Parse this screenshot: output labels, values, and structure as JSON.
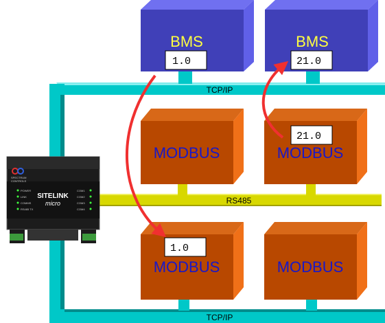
{
  "buses": {
    "tcpip_top": "TCP/IP",
    "tcpip_bottom": "TCP/IP",
    "rs485": "RS485"
  },
  "boxes": {
    "bms_left": {
      "label": "BMS",
      "value": "1.0"
    },
    "bms_right": {
      "label": "BMS",
      "value": "21.0"
    },
    "modbus_top_left": {
      "label": "MODBUS"
    },
    "modbus_top_right": {
      "label": "MODBUS",
      "value": "21.0"
    },
    "modbus_bottom_left": {
      "label": "MODBUS",
      "value": "1.0"
    },
    "modbus_bottom_right": {
      "label": "MODBUS"
    }
  },
  "device": {
    "brand_line1": "SITELINK",
    "brand_line2": "micro",
    "logo_text_line1": "SPECTRUM",
    "logo_text_line2": "CONTROLS",
    "leds_left": [
      "POWER",
      "LINK",
      "COMMS",
      "RS485 TX"
    ],
    "leds_right": [
      "COM1",
      "COM2",
      "COM3",
      "COM4"
    ]
  },
  "colors": {
    "bus_teal": "#00c8c8",
    "rs485_yellow": "#d8d800",
    "bms_front": "#4040b8",
    "bms_top": "#7070f0",
    "bms_side": "#6060e8",
    "modbus_front": "#b84800",
    "modbus_top": "#d86818",
    "modbus_side": "#f07018",
    "arrow_red": "#f03030",
    "bms_text": "#ffff40",
    "modbus_text": "#1818c8"
  }
}
